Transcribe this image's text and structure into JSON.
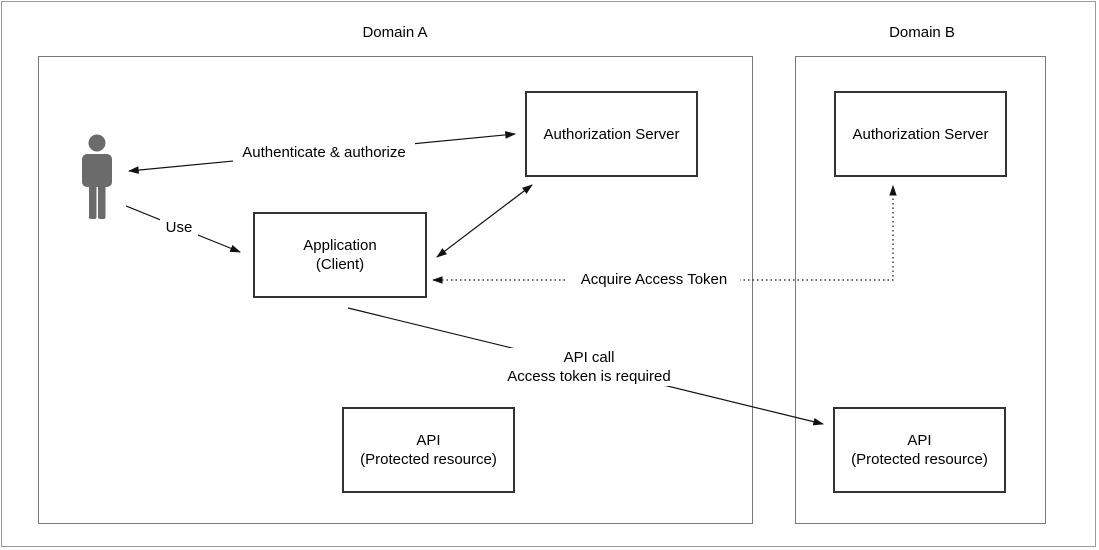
{
  "domain_a": {
    "title": "Domain A"
  },
  "domain_b": {
    "title": "Domain B"
  },
  "nodes": {
    "auth_server_a": {
      "label": "Authorization Server"
    },
    "application": {
      "line1": "Application",
      "line2": "(Client)"
    },
    "api_a": {
      "line1": "API",
      "line2": "(Protected resource)"
    },
    "auth_server_b": {
      "label": "Authorization Server"
    },
    "api_b": {
      "line1": "API",
      "line2": "(Protected resource)"
    }
  },
  "actor": {
    "icon": "person-icon"
  },
  "edges": {
    "authenticate": {
      "label": "Authenticate & authorize"
    },
    "use": {
      "label": "Use"
    },
    "acquire_token": {
      "label": "Acquire Access Token"
    },
    "api_call": {
      "line1": "API call",
      "line2": "Access token is required"
    }
  },
  "colors": {
    "stroke": "#333333",
    "person": "#6b6b6b",
    "domain_border": "#7a7a7a"
  }
}
